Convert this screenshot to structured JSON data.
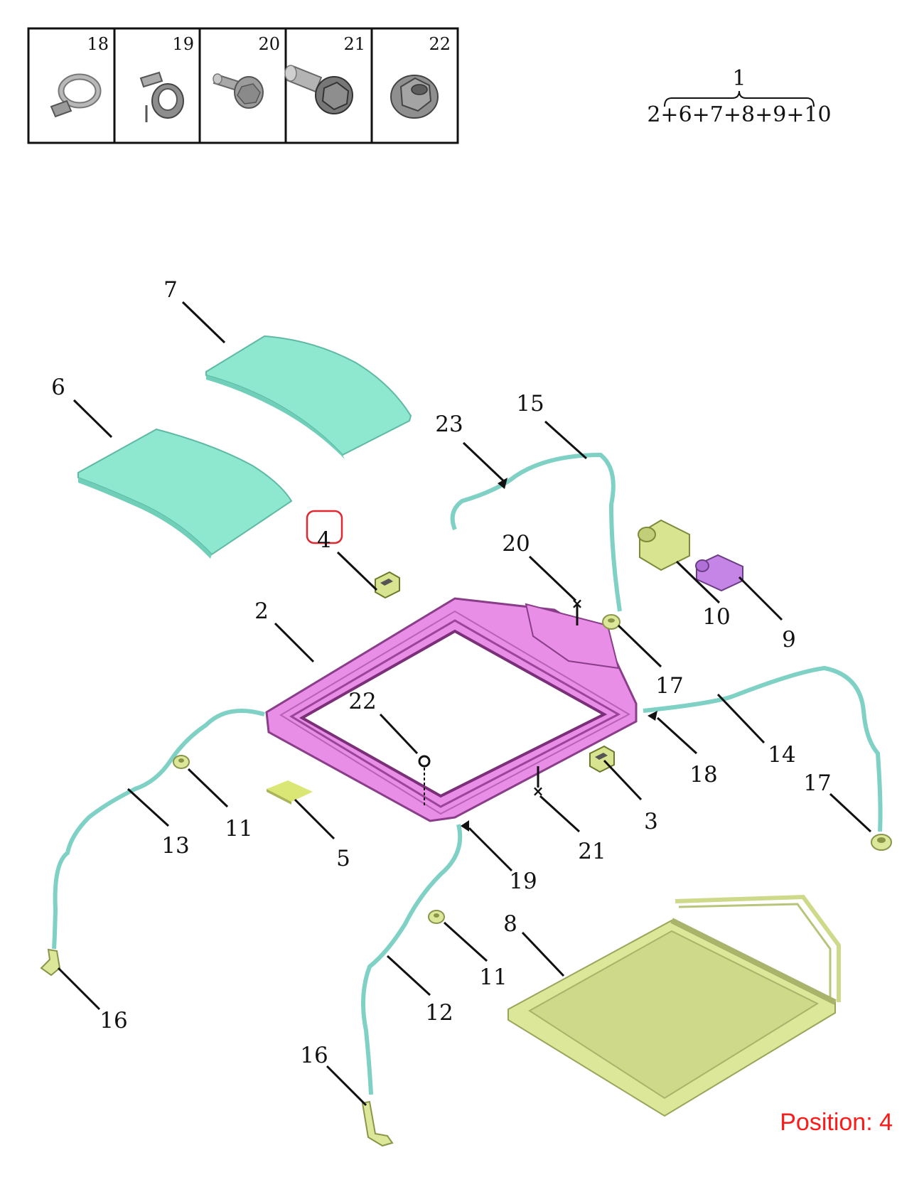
{
  "fastener_table": {
    "cells": [
      {
        "number": "18",
        "icon": "hose-clamp-icon"
      },
      {
        "number": "19",
        "icon": "spring-clip-icon"
      },
      {
        "number": "20",
        "icon": "bolt-icon"
      },
      {
        "number": "21",
        "icon": "flange-bolt-icon"
      },
      {
        "number": "22",
        "icon": "flange-nut-icon"
      }
    ]
  },
  "assembly_formula": {
    "top": "1",
    "bottom": "2+6+7+8+9+10"
  },
  "callouts": {
    "c2": "2",
    "c3": "3",
    "c4": "4",
    "c5": "5",
    "c6": "6",
    "c7": "7",
    "c8": "8",
    "c9": "9",
    "c10": "10",
    "c11a": "11",
    "c11b": "11",
    "c12": "12",
    "c13": "13",
    "c14": "14",
    "c15": "15",
    "c16a": "16",
    "c16b": "16",
    "c17a": "17",
    "c17b": "17",
    "c18": "18",
    "c19": "19",
    "c20": "20",
    "c21": "21",
    "c22": "22",
    "c23": "23"
  },
  "highlight": {
    "callout": "4",
    "color": "#e0282e"
  },
  "position_label": "Position: 4",
  "colors": {
    "glass_panel": "#8de8cf",
    "frame": "#e88ee6",
    "shade": "#dde79a",
    "drain_hose": "#7ed1c4",
    "motor": "#d8e48f",
    "module": "#c485e6",
    "position_text": "#ff1a1a"
  }
}
